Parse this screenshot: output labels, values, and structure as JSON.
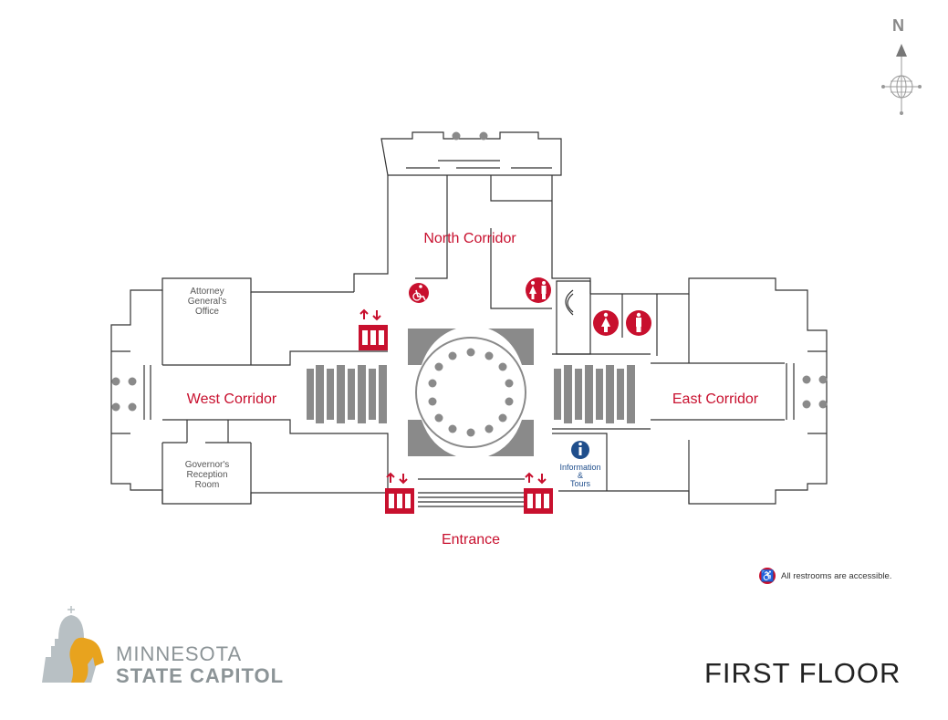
{
  "map": {
    "floor_title": "FIRST FLOOR",
    "compass_label": "N",
    "areas": {
      "north_corridor": "North Corridor",
      "west_corridor": "West Corridor",
      "east_corridor": "East Corridor",
      "entrance": "Entrance"
    },
    "rooms": {
      "attorney_general": [
        "Attorney",
        "General's",
        "Office"
      ],
      "governor_reception": [
        "Governor's",
        "Reception",
        "Room"
      ],
      "information": [
        "Information",
        "&",
        "Tours"
      ]
    },
    "accessibility_note": "All restrooms are accessible.",
    "logo": {
      "line1": "MINNESOTA",
      "line2": "STATE CAPITOL"
    },
    "icons": [
      "elevator-icon",
      "restroom-unisex-icon",
      "restroom-women-icon",
      "restroom-men-icon",
      "accessible-icon",
      "information-icon",
      "compass-icon"
    ],
    "colors": {
      "accent": "#c8102e",
      "info": "#1f4e8c",
      "stairs": "#8a8a8a",
      "logo_gray": "#8c9497",
      "logo_gold": "#e8a31e"
    }
  }
}
